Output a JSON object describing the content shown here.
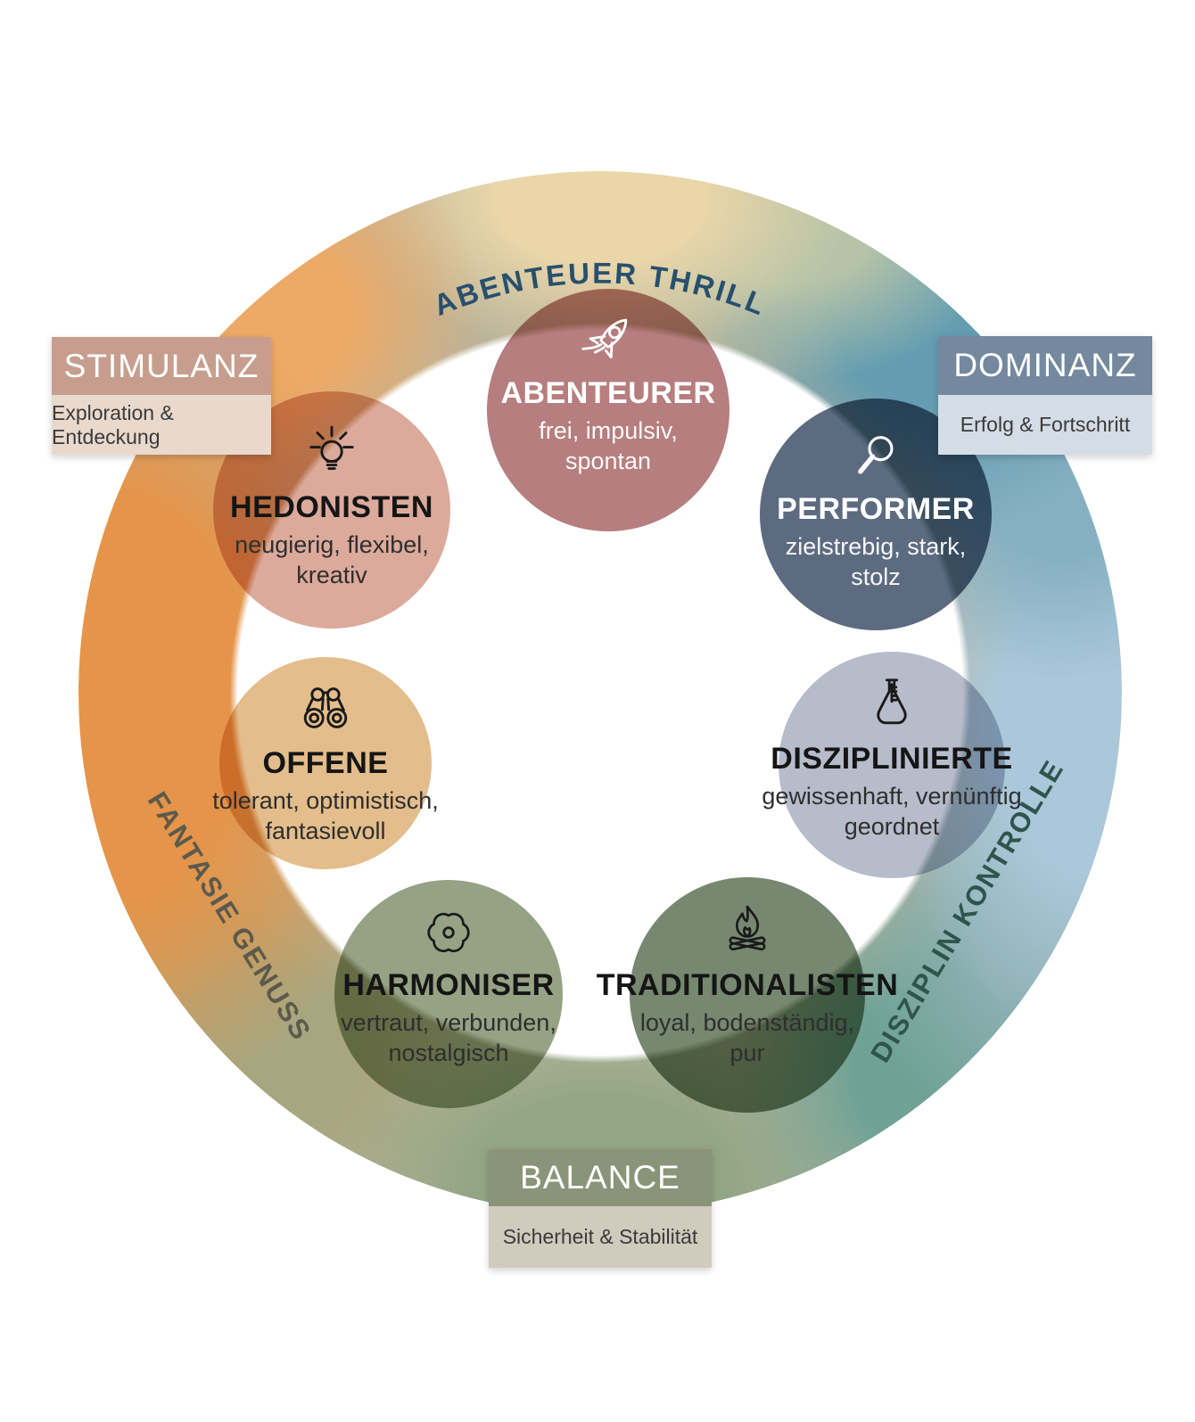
{
  "ring_labels": {
    "top": "ABENTEUER THRILL",
    "right": "DISZIPLIN KONTROLLE",
    "left": "FANTASIE GENUSS",
    "top_color": "#27506e",
    "right_color": "#2e544c",
    "left_color": "#5b5a4c"
  },
  "quadrants": [
    {
      "id": "stimulanz",
      "label": "STIMULANZ",
      "description": "Exploration & Entdeckung",
      "header_color": "#c79e8e",
      "body_color": "#e9d9cc"
    },
    {
      "id": "dominanz",
      "label": "DOMINANZ",
      "description": "Erfolg & Fortschritt",
      "header_color": "#74889e",
      "body_color": "#d4dde6"
    },
    {
      "id": "balance",
      "label": "BALANCE",
      "description": "Sicherheit & Stabilität",
      "header_color": "#8a9479",
      "body_color": "#cfcbbd"
    }
  ],
  "personas": [
    {
      "id": "abenteurer",
      "name": "ABENTEURER",
      "traits_line1": "frei, impulsiv,",
      "traits_line2": "spontan",
      "icon": "rocket-icon",
      "color": "#b67e7e",
      "text_color": "#ffffff"
    },
    {
      "id": "hedonisten",
      "name": "HEDONISTEN",
      "traits_line1": "neugierig, flexibel,",
      "traits_line2": "kreativ",
      "icon": "lightbulb-icon",
      "color": "#dcaa9b",
      "text_color": "#151515"
    },
    {
      "id": "performer",
      "name": "PERFORMER",
      "traits_line1": "zielstrebig, stark,",
      "traits_line2": "stolz",
      "icon": "magnifier-icon",
      "color": "#5c6b80",
      "text_color": "#ffffff"
    },
    {
      "id": "offene",
      "name": "OFFENE",
      "traits_line1": "tolerant, optimistisch,",
      "traits_line2": "fantasievoll",
      "icon": "binoculars-icon",
      "color": "#e3bd8b",
      "text_color": "#151515"
    },
    {
      "id": "disziplinierte",
      "name": "DISZIPLINIERTE",
      "traits_line1": "gewissenhaft, vernünftig",
      "traits_line2": "geordnet",
      "icon": "flask-icon",
      "color": "#b7bccb",
      "text_color": "#151515"
    },
    {
      "id": "harmoniser",
      "name": "HARMONISER",
      "traits_line1": "vertraut, verbunden,",
      "traits_line2": "nostalgisch",
      "icon": "flower-icon",
      "color": "#95a284",
      "text_color": "#151515"
    },
    {
      "id": "traditionalisten",
      "name": "TRADITIONALISTEN",
      "traits_line1": "loyal, bodenständig,",
      "traits_line2": "pur",
      "icon": "campfire-icon",
      "color": "#76886f",
      "text_color": "#151515"
    }
  ],
  "ring_gradient_colors": [
    "#e59449",
    "#edaa67",
    "#ead6a9",
    "#649db0",
    "#abc8da",
    "#6fa295",
    "#92a584",
    "#a8a67e"
  ]
}
